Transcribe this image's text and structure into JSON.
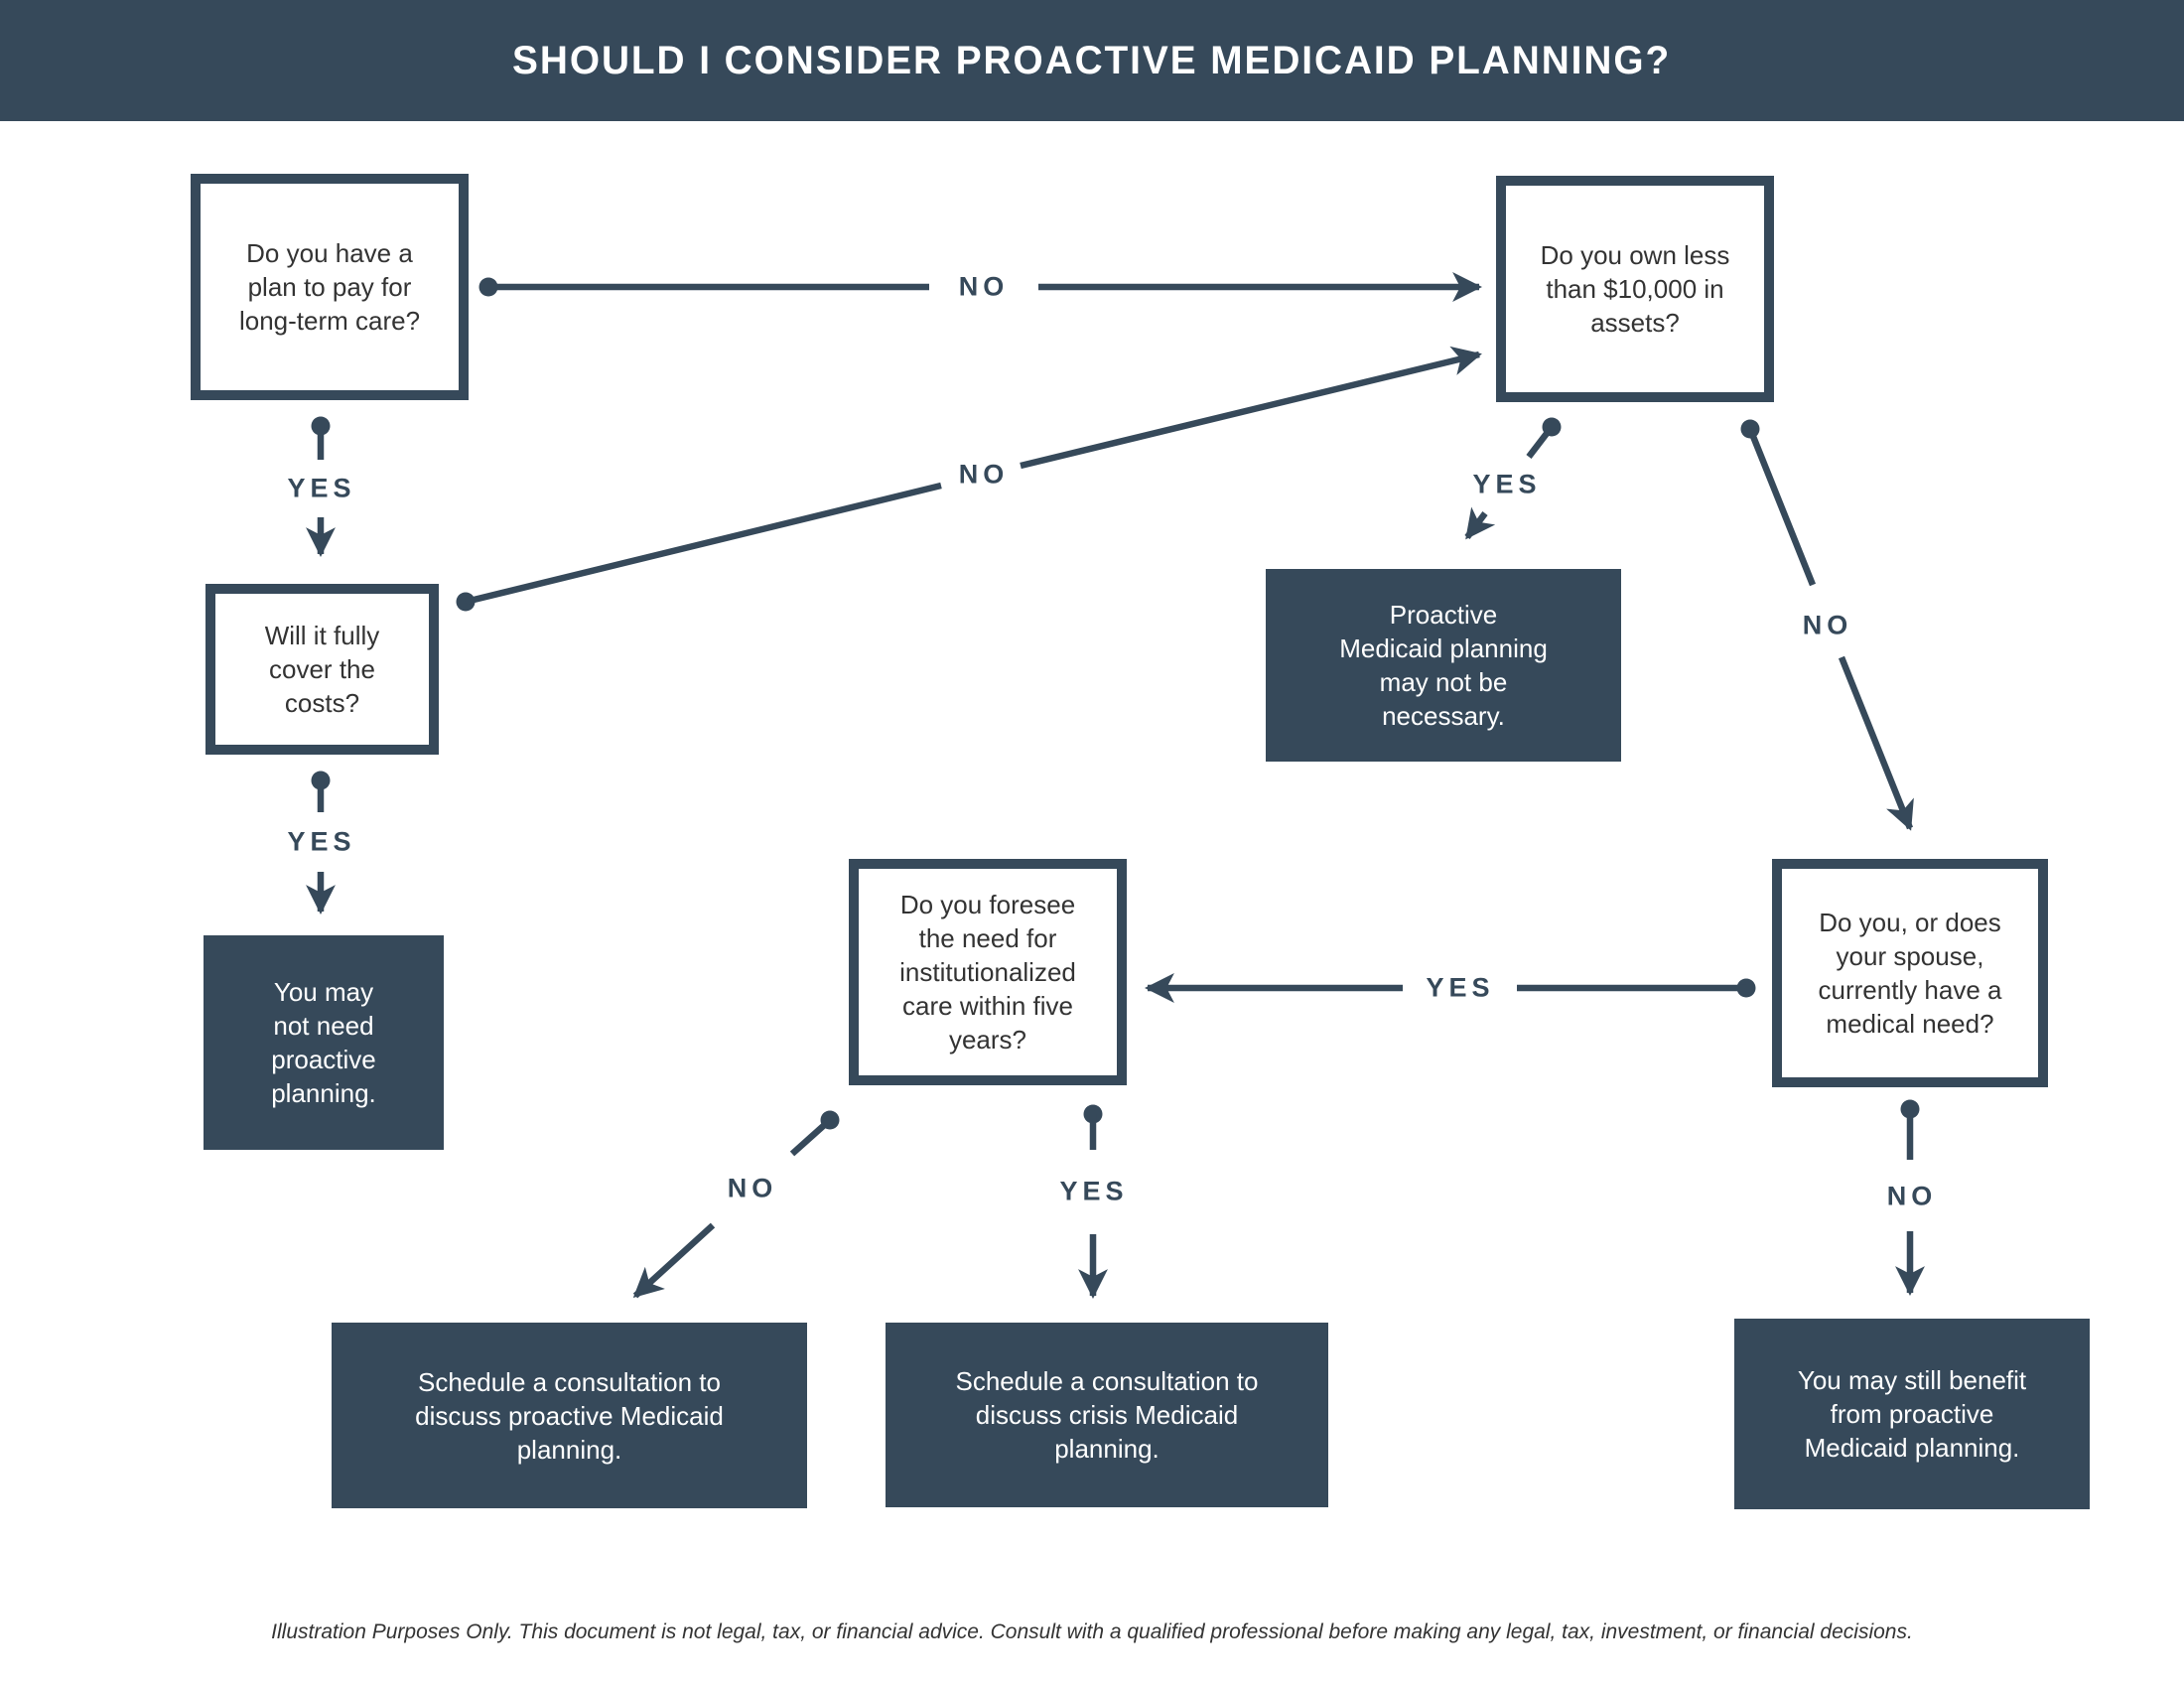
{
  "title": "SHOULD I CONSIDER PROACTIVE MEDICAID PLANNING?",
  "footer": "Illustration Purposes Only. This document is not legal, tax, or financial advice. Consult with a qualified professional before making any legal, tax, investment, or financial decisions.",
  "colors": {
    "slate": "#36495A",
    "question_text": "#333333",
    "result_text": "#ffffff",
    "background": "#ffffff"
  },
  "nodes": {
    "q_plan": {
      "type": "question",
      "text": "Do you have a\nplan to pay for\nlong-term care?"
    },
    "q_assets": {
      "type": "question",
      "text": "Do you own less\nthan $10,000 in\nassets?"
    },
    "q_cover": {
      "type": "question",
      "text": "Will it fully\ncover the\ncosts?"
    },
    "r_not_need": {
      "type": "result",
      "text": "You may\nnot need\nproactive\nplanning."
    },
    "r_not_necessary": {
      "type": "result",
      "text": "Proactive\nMedicaid planning\nmay not be\nnecessary."
    },
    "q_medical": {
      "type": "question",
      "text": "Do you, or does\nyour spouse,\ncurrently have a\nmedical need?"
    },
    "q_foresee": {
      "type": "question",
      "text": "Do you foresee\nthe need for\ninstitutionalized\ncare within five\nyears?"
    },
    "r_proactive": {
      "type": "result",
      "text": "Schedule a consultation to\ndiscuss proactive Medicaid\nplanning."
    },
    "r_crisis": {
      "type": "result",
      "text": "Schedule a consultation to\ndiscuss crisis Medicaid\nplanning."
    },
    "r_still_benefit": {
      "type": "result",
      "text": "You may still benefit\nfrom proactive\nMedicaid planning."
    }
  },
  "edges": {
    "plan_no": "NO",
    "plan_yes": "YES",
    "cover_no": "NO",
    "cover_yes": "YES",
    "assets_yes": "YES",
    "assets_no": "NO",
    "medical_yes": "YES",
    "medical_no": "NO",
    "foresee_yes": "YES",
    "foresee_no": "NO"
  }
}
